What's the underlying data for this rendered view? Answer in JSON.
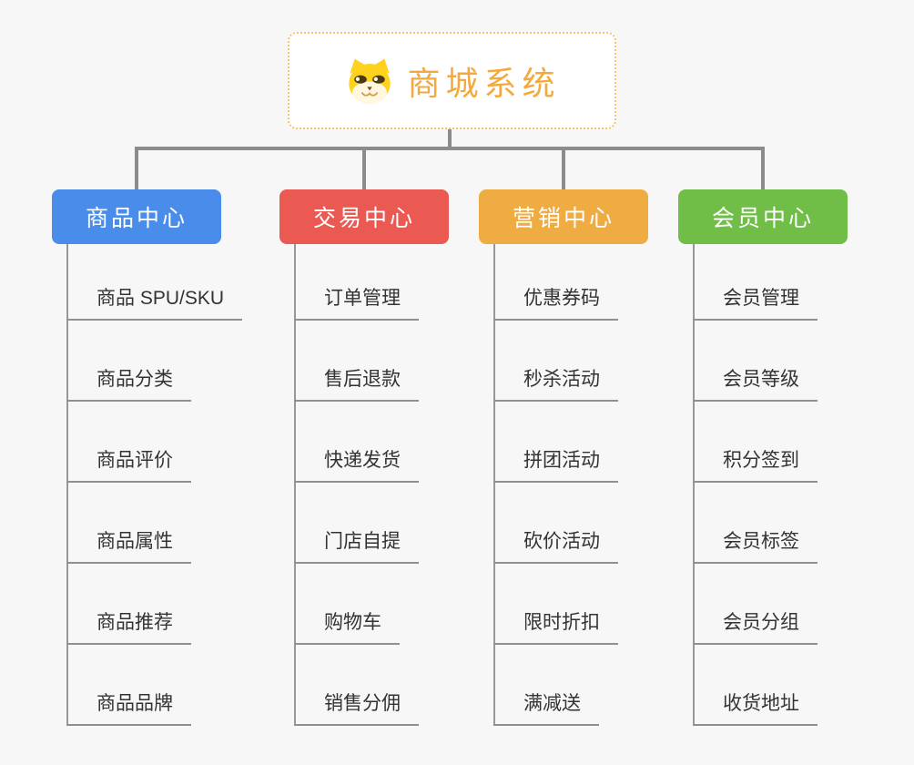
{
  "root": {
    "title": "商城系统",
    "icon": "dog-icon"
  },
  "branches": [
    {
      "label": "商品中心",
      "color": "#4A8CEA",
      "items": [
        "商品 SPU/SKU",
        "商品分类",
        "商品评价",
        "商品属性",
        "商品推荐",
        "商品品牌"
      ]
    },
    {
      "label": "交易中心",
      "color": "#EA5A53",
      "items": [
        "订单管理",
        "售后退款",
        "快递发货",
        "门店自提",
        "购物车",
        "销售分佣"
      ]
    },
    {
      "label": "营销中心",
      "color": "#EFAC43",
      "items": [
        "优惠券码",
        "秒杀活动",
        "拼团活动",
        "砍价活动",
        "限时折扣",
        "满减送"
      ]
    },
    {
      "label": "会员中心",
      "color": "#70BE47",
      "items": [
        "会员管理",
        "会员等级",
        "积分签到",
        "会员标签",
        "会员分组",
        "收货地址"
      ]
    }
  ],
  "colors": {
    "background": "#F7F7F7",
    "connector": "#8C8C8C",
    "root_text": "#F2A93E",
    "root_border": "#F6C36B",
    "item_text": "#333333",
    "item_underline": "#909090",
    "header_text": "#FFFFFF"
  }
}
